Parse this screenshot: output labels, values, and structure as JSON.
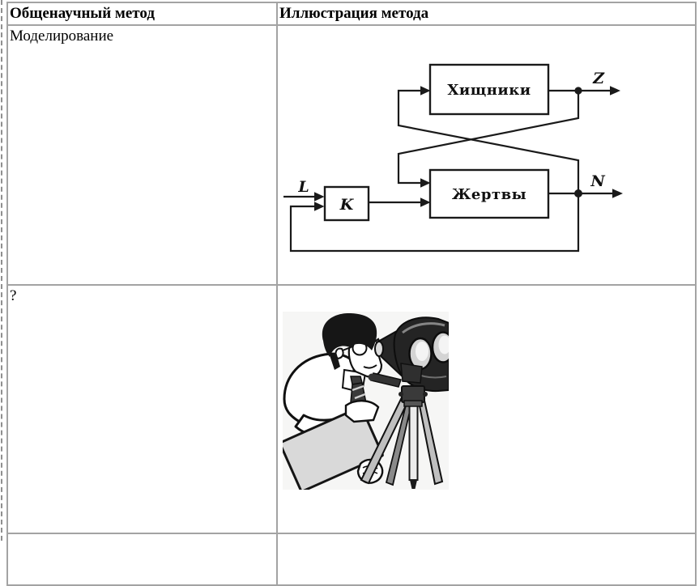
{
  "page": {
    "background": "#ffffff",
    "margin_guide_color": "#8f8f8f"
  },
  "table": {
    "border_color": "#a3a3a3",
    "header": {
      "col1": "Общенаучный метод",
      "col2": "Иллюстрация метода"
    },
    "rows": [
      {
        "method": "Моделирование",
        "illustration": "predator-prey-feedback-diagram"
      },
      {
        "method": "?",
        "illustration": "observer-with-binoculars-on-tripod"
      },
      {
        "method": ""
      }
    ]
  },
  "diagram": {
    "stroke": "#1a1a1a",
    "predators_label": "Хищники",
    "prey_label": "Жертвы",
    "gain_label": "K",
    "input_label": "L",
    "predators_output_label": "Z",
    "prey_output_label": "N"
  }
}
